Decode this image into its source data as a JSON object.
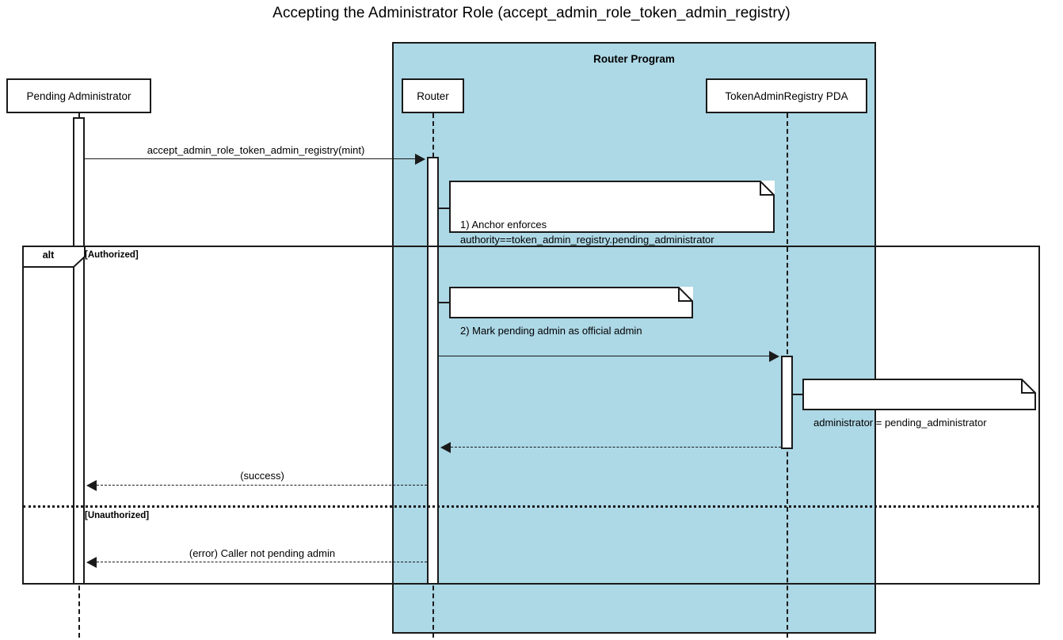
{
  "diagram": {
    "type": "sequence-diagram",
    "title": "Accepting the Administrator Role (accept_admin_role_token_admin_registry)",
    "colors": {
      "group_fill": "#add8e6",
      "stroke": "#1a1a1a",
      "background": "#ffffff",
      "note_fill": "#ffffff"
    }
  },
  "groups": [
    {
      "id": "router-program",
      "label": "Router Program"
    }
  ],
  "participants": [
    {
      "id": "pending-administrator",
      "label": "Pending Administrator",
      "group": null
    },
    {
      "id": "router",
      "label": "Router",
      "group": "router-program"
    },
    {
      "id": "token-admin-registry-pda",
      "label": "TokenAdminRegistry PDA",
      "group": "router-program"
    }
  ],
  "messages": [
    {
      "id": "call-accept",
      "label": "accept_admin_role_token_admin_registry(mint)",
      "from": "pending-administrator",
      "to": "router",
      "style": "solid",
      "direction": "right"
    },
    {
      "id": "call-update-registry",
      "label": "",
      "from": "router",
      "to": "token-admin-registry-pda",
      "style": "solid",
      "direction": "right"
    },
    {
      "id": "return-registry",
      "label": "",
      "from": "token-admin-registry-pda",
      "to": "router",
      "style": "dashed",
      "direction": "left"
    },
    {
      "id": "return-success",
      "label": "(success)",
      "from": "router",
      "to": "pending-administrator",
      "style": "dashed",
      "direction": "left"
    },
    {
      "id": "return-error",
      "label": "(error) Caller not pending admin",
      "from": "router",
      "to": "pending-administrator",
      "style": "dashed",
      "direction": "left"
    }
  ],
  "notes": [
    {
      "id": "note-anchor-enforces",
      "text": "1) Anchor enforces\nauthority==token_admin_registry.pending_administrator",
      "attached_to": "router"
    },
    {
      "id": "note-mark-pending-admin",
      "text": "2) Mark pending admin as official admin",
      "attached_to": "router"
    },
    {
      "id": "note-administrator-assignment",
      "text": "administrator = pending_administrator",
      "attached_to": "token-admin-registry-pda"
    }
  ],
  "fragments": [
    {
      "id": "alt-authorization",
      "operator": "alt",
      "guards": [
        {
          "id": "guard-authorized",
          "label": "[Authorized]"
        },
        {
          "id": "guard-unauthorized",
          "label": "[Unauthorized]"
        }
      ]
    }
  ]
}
